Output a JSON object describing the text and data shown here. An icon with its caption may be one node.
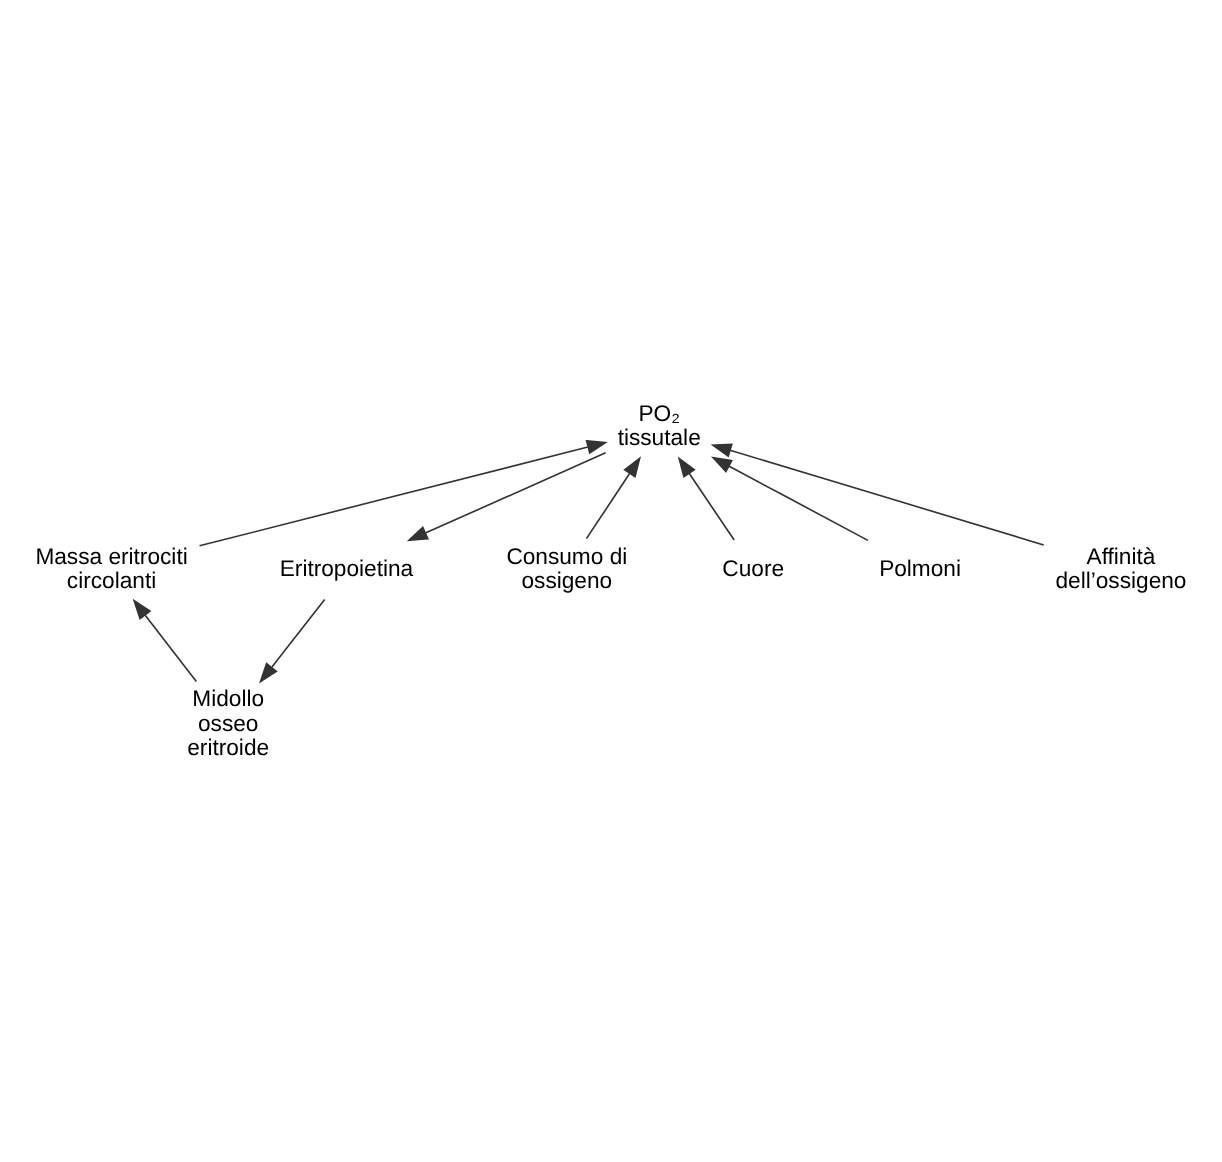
{
  "diagram": {
    "nodes": [
      {
        "text": [
          "Midollo osseo eritroide"
        ]
      },
      {
        "text": [
          "Massa eritrociti circolanti"
        ]
      },
      {
        "text": [
          "Eritropoietina"
        ]
      },
      {
        "text": [
          "PO₂ tissutale"
        ]
      },
      {
        "text": [
          "Consumo di ossigeno"
        ]
      },
      {
        "text": [
          "Cuore"
        ]
      },
      {
        "text": [
          "Polmoni"
        ]
      },
      {
        "text": [
          "Affinità dell’ossigeno"
        ]
      }
    ],
    "edges": [
      {
        "from": 0,
        "to": 1,
        "arrow": "to"
      },
      {
        "from": 1,
        "to": 3,
        "arrow": "to"
      },
      {
        "from": 3,
        "to": 2,
        "arrow": "to"
      },
      {
        "from": 2,
        "to": 0,
        "arrow": "to"
      },
      {
        "from": 4,
        "to": 3,
        "arrow": "to"
      },
      {
        "from": 5,
        "to": 3,
        "arrow": "to"
      },
      {
        "from": 6,
        "to": 3,
        "arrow": "to"
      },
      {
        "from": 7,
        "to": 3,
        "arrow": "to"
      }
    ]
  }
}
